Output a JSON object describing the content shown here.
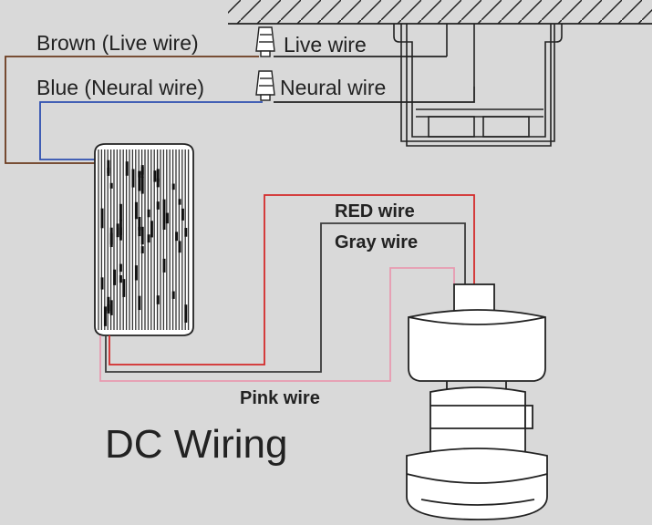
{
  "labels": {
    "brown_wire": "Brown (Live wire)",
    "blue_wire": "Blue (Neural wire)",
    "live_wire": "Live wire",
    "neutral_wire": "Neural wire",
    "red_wire": "RED wire",
    "gray_wire": "Gray wire",
    "pink_wire": "Pink wire",
    "title": "DC Wiring"
  },
  "colors": {
    "background": "#d9d9d9",
    "brown": "#6b3a1e",
    "blue": "#2e4fb0",
    "red": "#d42b2b",
    "gray": "#3a3a3a",
    "pink": "#e89ab0",
    "outline": "#222222"
  }
}
